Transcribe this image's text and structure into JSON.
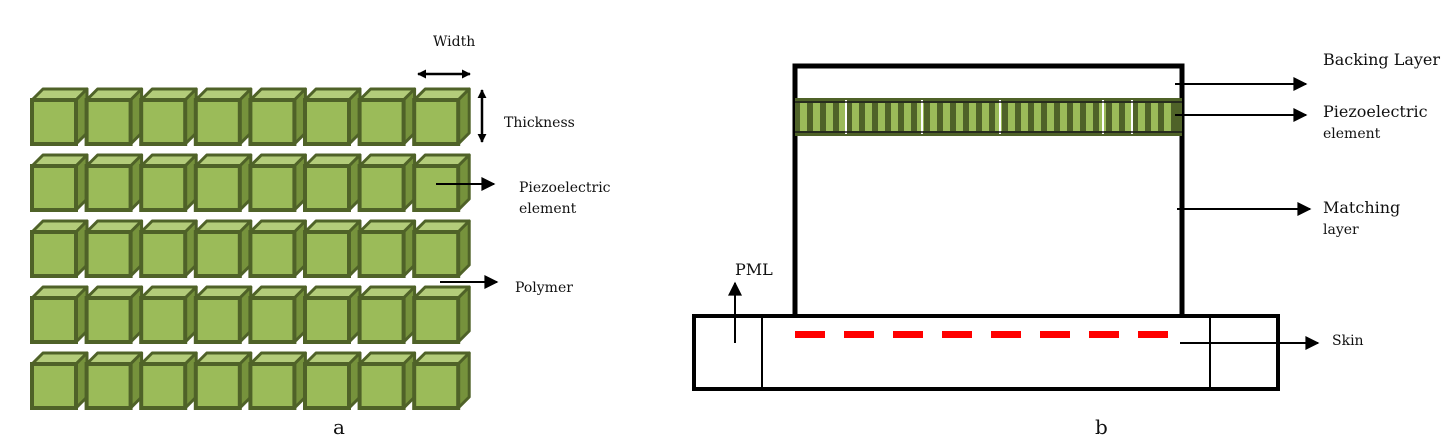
{
  "panel_a": {
    "caption": "a",
    "labels": {
      "width": "Width",
      "thickness": "Thickness",
      "piezo_line1": "Piezoelectric",
      "piezo_line2": "element",
      "polymer": "Polymer"
    },
    "grid": {
      "rows": 5,
      "cols": 8
    },
    "colors": {
      "face": "#9bbb59",
      "edge": "#4f6228",
      "top": "#b3cc7a",
      "side": "#76923c"
    }
  },
  "panel_b": {
    "caption": "b",
    "labels": {
      "backing_layer": "Backing Layer",
      "piezo_line1": "Piezoelectric",
      "piezo_line2": "element",
      "matching_line1": "Matching",
      "matching_line2": "layer",
      "pml": "PML",
      "skin": "Skin"
    },
    "colors": {
      "element_dark": "#4f6228",
      "element_light": "#9bbb59",
      "dash": "#ff0000",
      "line": "#000000"
    }
  }
}
